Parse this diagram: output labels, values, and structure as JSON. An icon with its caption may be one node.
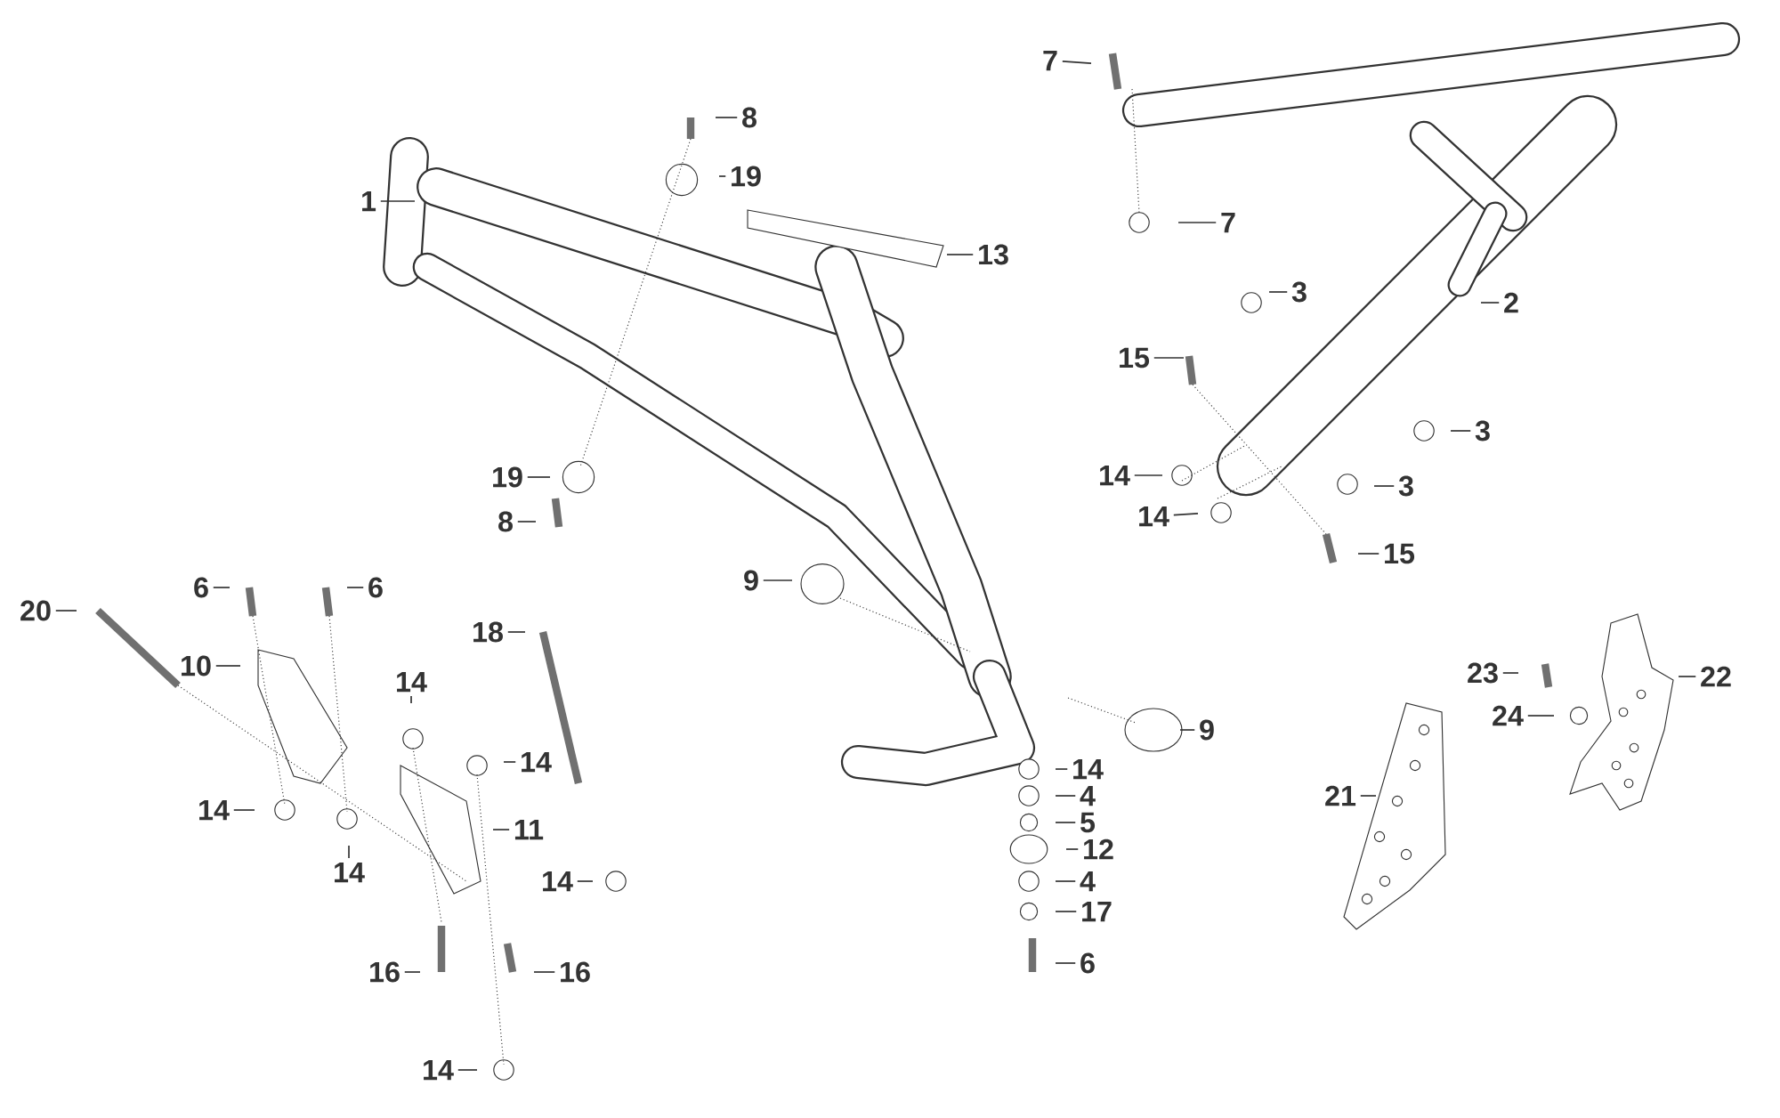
{
  "diagram": {
    "nodes": [
      {
        "text": [
          "1"
        ]
      },
      {
        "text": [
          "8"
        ]
      },
      {
        "text": [
          "19"
        ]
      },
      {
        "text": [
          "13"
        ]
      },
      {
        "text": [
          "7"
        ]
      },
      {
        "text": [
          "7"
        ]
      },
      {
        "text": [
          "3"
        ]
      },
      {
        "text": [
          "2"
        ]
      },
      {
        "text": [
          "15"
        ]
      },
      {
        "text": [
          "3"
        ]
      },
      {
        "text": [
          "14"
        ]
      },
      {
        "text": [
          "3"
        ]
      },
      {
        "text": [
          "14"
        ]
      },
      {
        "text": [
          "15"
        ]
      },
      {
        "text": [
          "19"
        ]
      },
      {
        "text": [
          "8"
        ]
      },
      {
        "text": [
          "9"
        ]
      },
      {
        "text": [
          "9"
        ]
      },
      {
        "text": [
          "20"
        ]
      },
      {
        "text": [
          "6"
        ]
      },
      {
        "text": [
          "6"
        ]
      },
      {
        "text": [
          "10"
        ]
      },
      {
        "text": [
          "18"
        ]
      },
      {
        "text": [
          "14"
        ]
      },
      {
        "text": [
          "14"
        ]
      },
      {
        "text": [
          "11"
        ]
      },
      {
        "text": [
          "14"
        ]
      },
      {
        "text": [
          "14"
        ]
      },
      {
        "text": [
          "14"
        ]
      },
      {
        "text": [
          "16"
        ]
      },
      {
        "text": [
          "16"
        ]
      },
      {
        "text": [
          "14"
        ]
      },
      {
        "text": [
          "14"
        ]
      },
      {
        "text": [
          "4"
        ]
      },
      {
        "text": [
          "5"
        ]
      },
      {
        "text": [
          "12"
        ]
      },
      {
        "text": [
          "4"
        ]
      },
      {
        "text": [
          "17"
        ]
      },
      {
        "text": [
          "6"
        ]
      },
      {
        "text": [
          "21"
        ]
      },
      {
        "text": [
          "22"
        ]
      },
      {
        "text": [
          "23"
        ]
      },
      {
        "text": [
          "24"
        ]
      }
    ],
    "edges": [
      {
        "from": 0,
        "to": null,
        "arrow": "none"
      },
      {
        "from": 1,
        "to": null,
        "arrow": "none"
      },
      {
        "from": 2,
        "to": null,
        "arrow": "none"
      },
      {
        "from": 3,
        "to": null,
        "arrow": "none"
      },
      {
        "from": 4,
        "to": null,
        "arrow": "none"
      },
      {
        "from": 5,
        "to": null,
        "arrow": "none"
      },
      {
        "from": 6,
        "to": null,
        "arrow": "none"
      },
      {
        "from": 7,
        "to": null,
        "arrow": "none"
      },
      {
        "from": 8,
        "to": null,
        "arrow": "none"
      },
      {
        "from": 9,
        "to": null,
        "arrow": "none"
      },
      {
        "from": 10,
        "to": null,
        "arrow": "none"
      },
      {
        "from": 11,
        "to": null,
        "arrow": "none"
      },
      {
        "from": 12,
        "to": null,
        "arrow": "none"
      },
      {
        "from": 13,
        "to": null,
        "arrow": "none"
      },
      {
        "from": 14,
        "to": null,
        "arrow": "none"
      },
      {
        "from": 15,
        "to": null,
        "arrow": "none"
      },
      {
        "from": 16,
        "to": null,
        "arrow": "none"
      },
      {
        "from": 17,
        "to": null,
        "arrow": "none"
      },
      {
        "from": 18,
        "to": null,
        "arrow": "none"
      },
      {
        "from": 19,
        "to": null,
        "arrow": "none"
      },
      {
        "from": 20,
        "to": null,
        "arrow": "none"
      },
      {
        "from": 21,
        "to": null,
        "arrow": "none"
      },
      {
        "from": 22,
        "to": null,
        "arrow": "none"
      },
      {
        "from": 23,
        "to": null,
        "arrow": "none"
      },
      {
        "from": 24,
        "to": null,
        "arrow": "none"
      },
      {
        "from": 25,
        "to": null,
        "arrow": "none"
      },
      {
        "from": 26,
        "to": null,
        "arrow": "none"
      },
      {
        "from": 27,
        "to": null,
        "arrow": "none"
      },
      {
        "from": 28,
        "to": null,
        "arrow": "none"
      },
      {
        "from": 29,
        "to": null,
        "arrow": "none"
      },
      {
        "from": 30,
        "to": null,
        "arrow": "none"
      },
      {
        "from": 31,
        "to": null,
        "arrow": "none"
      },
      {
        "from": 32,
        "to": null,
        "arrow": "none"
      },
      {
        "from": 33,
        "to": null,
        "arrow": "none"
      },
      {
        "from": 34,
        "to": null,
        "arrow": "none"
      },
      {
        "from": 35,
        "to": null,
        "arrow": "none"
      },
      {
        "from": 36,
        "to": null,
        "arrow": "none"
      },
      {
        "from": 37,
        "to": null,
        "arrow": "none"
      },
      {
        "from": 38,
        "to": null,
        "arrow": "none"
      },
      {
        "from": 39,
        "to": null,
        "arrow": "none"
      },
      {
        "from": 40,
        "to": null,
        "arrow": "none"
      },
      {
        "from": 41,
        "to": null,
        "arrow": "none"
      },
      {
        "from": 42,
        "to": null,
        "arrow": "none"
      }
    ]
  }
}
